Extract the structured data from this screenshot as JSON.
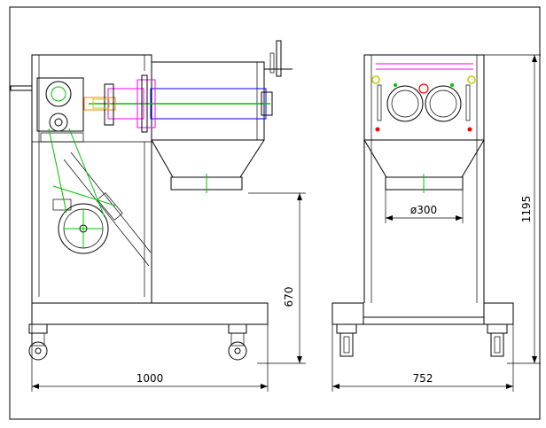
{
  "dimensions": {
    "overall_length": "1000",
    "overall_width": "752",
    "overall_height": "1195",
    "discharge_height": "670",
    "outlet_diameter": "ø300"
  },
  "colors": {
    "line": "#000000",
    "frame": "#000000",
    "green": "#00c000",
    "blue": "#0000ff",
    "magenta": "#ff00ff",
    "orange": "#ff8000",
    "yellow": "#c8c800",
    "red": "#ff0000",
    "cyan": "#00b0c0"
  },
  "views": [
    "side-view",
    "front-view"
  ]
}
